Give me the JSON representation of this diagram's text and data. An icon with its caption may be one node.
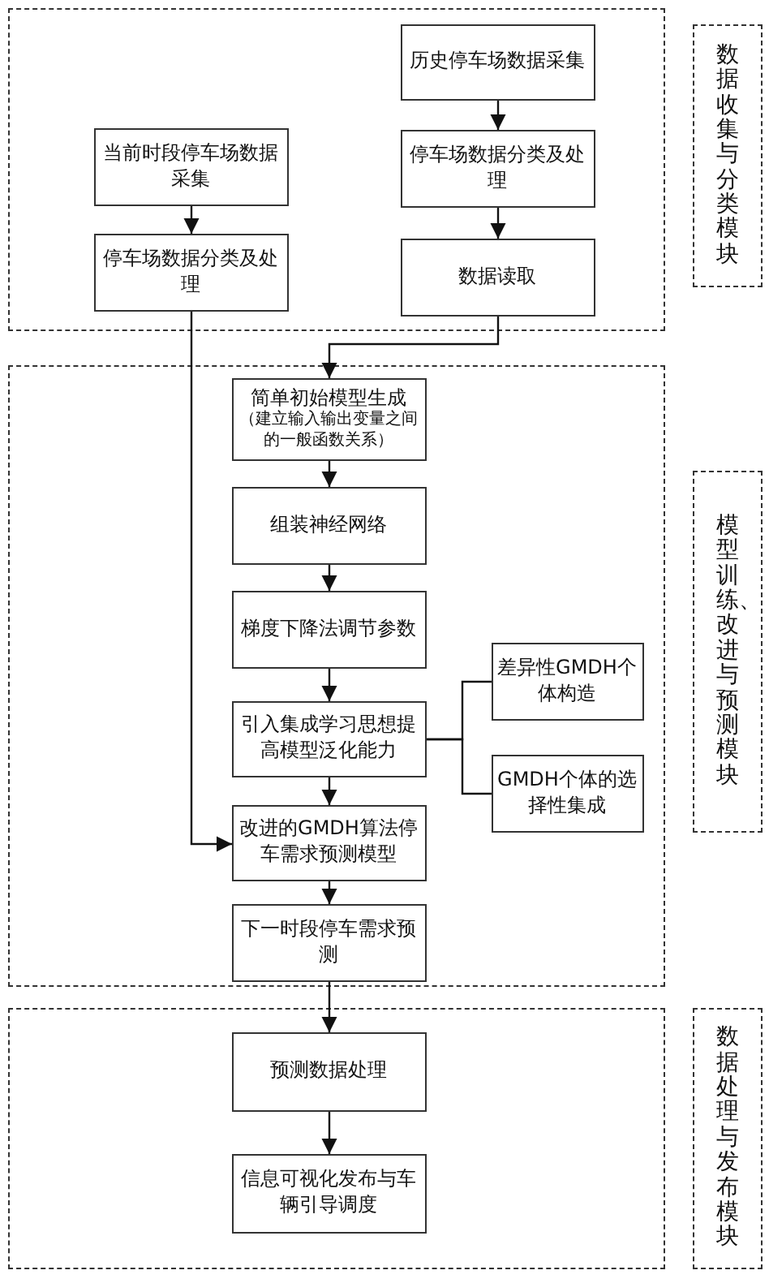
{
  "diagram": {
    "nodes": [
      {
        "text": [],
        "shape": "box"
      },
      {
        "text": [
          "历史停车场数据采集"
        ],
        "in": 0
      },
      {
        "text": [
          "当前时段停车场数据采集"
        ],
        "in": 0
      },
      {
        "text": [
          "停车场数据分类及处理"
        ],
        "in": 0
      },
      {
        "text": [
          "停车场数据分类及处理"
        ],
        "in": 0
      },
      {
        "text": [
          "数据读取"
        ],
        "in": 0
      },
      {
        "text": [
          "数据收集与分类模块"
        ]
      },
      {
        "text": [],
        "shape": "box"
      },
      {
        "text": [
          "简单初始模型生成",
          "（建立输入输出变量之间的一般函数关系）"
        ],
        "in": 7
      },
      {
        "text": [
          "组装神经网络"
        ],
        "in": 7
      },
      {
        "text": [
          "梯度下降法调节参数"
        ],
        "in": 7
      },
      {
        "text": [
          "差异性GMDH个体构造"
        ],
        "in": 7
      },
      {
        "text": [
          "引入集成学习思想提高模型泛化能力"
        ],
        "in": 7
      },
      {
        "text": [
          "GMDH个体的选择性集成"
        ],
        "in": 7
      },
      {
        "text": [
          "改进的GMDH算法停车需求预测模型"
        ],
        "in": 7
      },
      {
        "text": [
          "下一时段停车需求预测"
        ],
        "in": 7
      },
      {
        "text": [
          "模型训练、改进与预测模块"
        ]
      },
      {
        "text": [],
        "shape": "box"
      },
      {
        "text": [
          "预测数据处理"
        ],
        "in": 17
      },
      {
        "text": [
          "信息可视化发布与车辆引导调度"
        ],
        "in": 17
      },
      {
        "text": [
          "数据处理与发布模块"
        ]
      }
    ],
    "edges": [
      {
        "from": 1,
        "to": 3,
        "arrow": "to"
      },
      {
        "from": 3,
        "to": 5,
        "arrow": "to"
      },
      {
        "from": 5,
        "to": 8,
        "arrow": "to"
      },
      {
        "from": 2,
        "to": 4,
        "arrow": "to"
      },
      {
        "from": 4,
        "to": 14,
        "arrow": "to"
      },
      {
        "from": 8,
        "to": 9,
        "arrow": "to"
      },
      {
        "from": 9,
        "to": 10,
        "arrow": "to"
      },
      {
        "from": 10,
        "to": 12,
        "arrow": "to"
      },
      {
        "from": 12,
        "to": 11,
        "arrow": "none"
      },
      {
        "from": 12,
        "to": 13,
        "arrow": "none"
      },
      {
        "from": 12,
        "to": 14,
        "arrow": "to"
      },
      {
        "from": 14,
        "to": 15,
        "arrow": "to"
      },
      {
        "from": 15,
        "to": 18,
        "arrow": "to"
      },
      {
        "from": 18,
        "to": 19,
        "arrow": "to"
      }
    ]
  }
}
